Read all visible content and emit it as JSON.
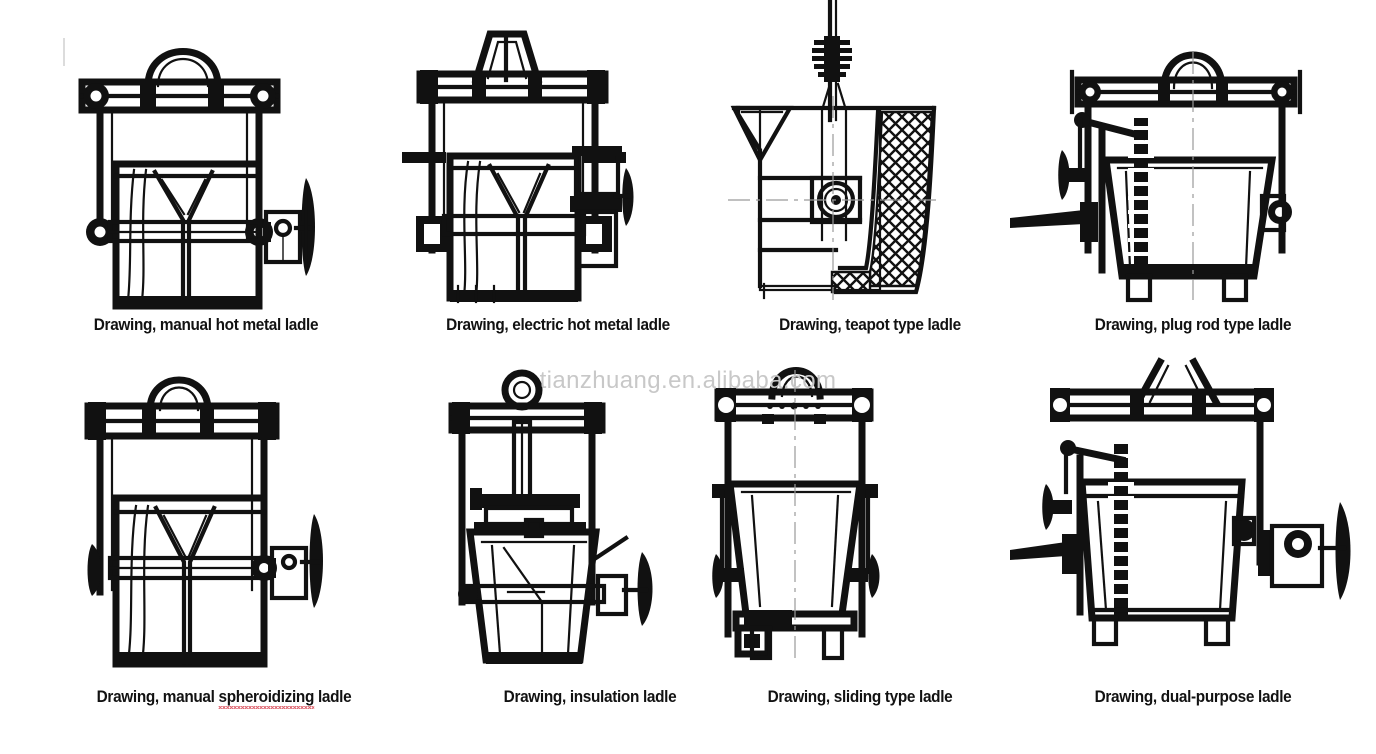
{
  "page": {
    "background_color": "#ffffff",
    "ink_color": "#111111",
    "accent_underline_color": "#d94a57",
    "watermark": "tianzhuang.en.alibaba.com",
    "watermark_color": "#c8c8c8",
    "layout": "2 rows x 4 columns of technical line drawings with bold captions"
  },
  "drawings": [
    {
      "index": 1,
      "caption": "Drawing, manual hot metal ladle",
      "icon": "ladle-manual-hot-metal",
      "row": 1,
      "column": 1,
      "features": "bail handle, trunnion yoke frame, worm gearbox with handwheel, sectioned lining"
    },
    {
      "index": 2,
      "caption": "Drawing, electric hot metal ladle",
      "icon": "ladle-electric-hot-metal",
      "row": 1,
      "column": 2,
      "features": "lifting yoke, trunnion frame, electric motor and gearbox drive with handwheel"
    },
    {
      "index": 3,
      "caption": "Drawing, teapot type ladle",
      "icon": "ladle-teapot-type",
      "row": 1,
      "column": 3,
      "features": "sectional view, crosshatched refractory lining, suspension rod with spring, pouring spout"
    },
    {
      "index": 4,
      "caption": "Drawing, plug rod type ladle",
      "icon": "ladle-plug-rod-type",
      "row": 1,
      "column": 4,
      "features": "bail handle, stopper rod assembly, operating lever, bottom nozzle"
    },
    {
      "index": 5,
      "caption": "Drawing, manual spheroidizing ladle",
      "caption_spellcheck_word": "spheroidizing",
      "icon": "ladle-manual-spheroidizing",
      "row": 2,
      "column": 1,
      "features": "bail handle, trunnion yoke, handwheel tilting gear, treatment chamber"
    },
    {
      "index": 6,
      "caption": "Drawing, insulation ladle",
      "icon": "ladle-insulation",
      "row": 2,
      "column": 2,
      "features": "lifting eye ring, insulated lid, tapered shell, handwheel gearbox"
    },
    {
      "index": 7,
      "caption": "Drawing, sliding type ladle",
      "icon": "ladle-sliding-type",
      "row": 2,
      "column": 3,
      "features": "bail handle, tapered body, slide gate valve at bottom, support legs"
    },
    {
      "index": 8,
      "caption": "Drawing, dual-purpose ladle",
      "icon": "ladle-dual-purpose",
      "row": 2,
      "column": 4,
      "features": "stopper rod with lever plus handwheel tilting gearbox, support legs"
    }
  ]
}
